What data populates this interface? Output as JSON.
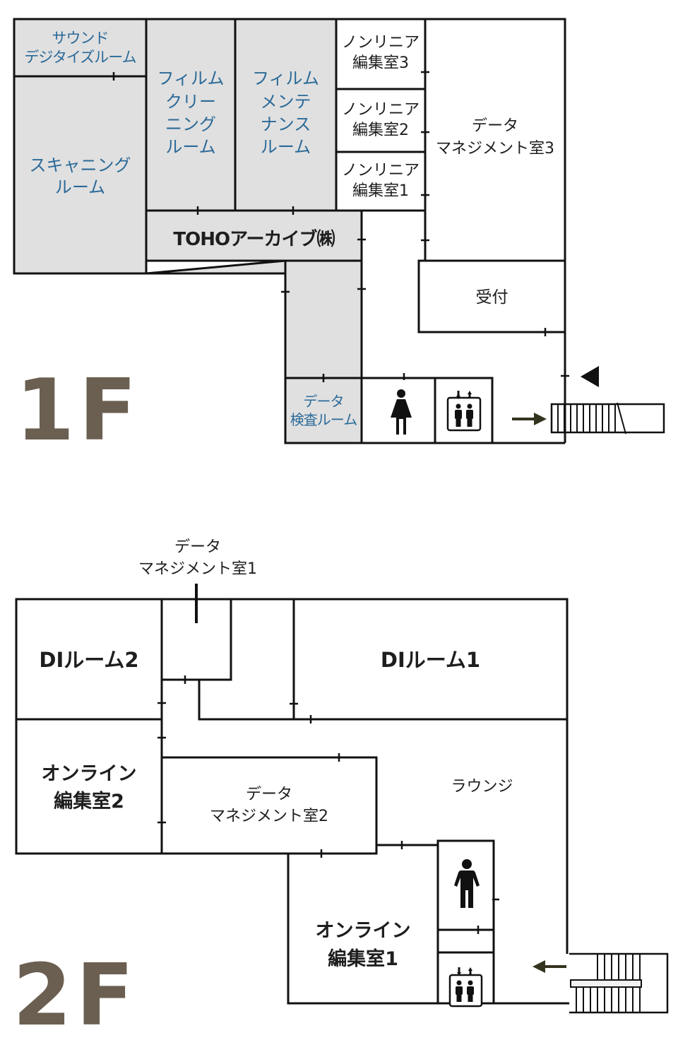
{
  "floors": [
    {
      "label": "1F",
      "rooms": {
        "sound_digitize": "サウンド\nデジタイズルーム",
        "scanning": "スキャニング\nルーム",
        "film_cleaning": "フィルム\nクリー\nニング\nルーム",
        "film_maintenance": "フィルム\nメンテ\nナンス\nルーム",
        "nonlinear_3": "ノンリニア\n編集室3",
        "nonlinear_2": "ノンリニア\n編集室2",
        "nonlinear_1": "ノンリニア\n編集室1",
        "data_management_3": "データ\nマネジメント室3",
        "toho_archive": "TOHOアーカイブ㈱",
        "reception": "受付",
        "data_inspection": "データ\n検査ルーム"
      },
      "icons": [
        "womens-restroom-icon",
        "elevator-icon",
        "entrance-triangle-icon",
        "entry-arrow-icon",
        "stairs-icon"
      ]
    },
    {
      "label": "2F",
      "rooms": {
        "data_management_1": "データ\nマネジメント室1",
        "di_room_2": "DIルーム2",
        "di_room_1": "DIルーム1",
        "online_edit_2": "オンライン\n編集室2",
        "data_management_2": "データ\nマネジメント室2",
        "lounge": "ラウンジ",
        "online_edit_1": "オンライン\n編集室1"
      },
      "icons": [
        "mens-restroom-icon",
        "elevator-icon",
        "entry-arrow-icon",
        "stairs-icon"
      ]
    }
  ],
  "colors": {
    "wall": "#111111",
    "tenant_fill": "#e0e0e0",
    "tenant_text": "#2b6a98",
    "floor_label": "#6b5f51",
    "arrow": "#33331f"
  }
}
